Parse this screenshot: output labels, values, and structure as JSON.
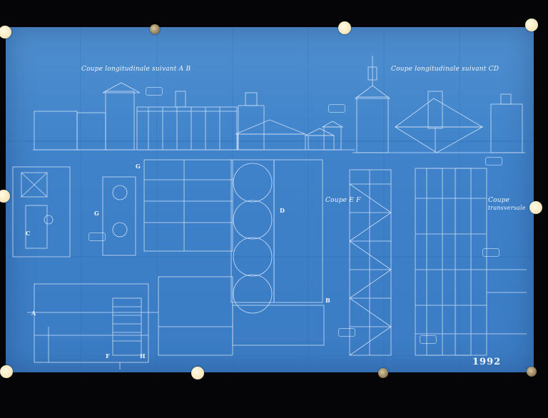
{
  "labels": {
    "section_ab": "Coupe longitudinale suivant A B",
    "section_cd": "Coupe longitudinale suivant CD",
    "section_ef": "Coupe E F",
    "section_transverse_1": "Coupe",
    "section_transverse_2": "transversale"
  },
  "letters": {
    "a": "A",
    "b": "B",
    "c": "C",
    "d": "D",
    "f": "F",
    "g_top": "G",
    "g_mid": "G",
    "h": "H"
  },
  "inventory_number": "1992",
  "colors": {
    "background": "#050507",
    "paper": "#3f82c9",
    "ink": "#eef4ff",
    "pin": "#f5e6b8"
  }
}
